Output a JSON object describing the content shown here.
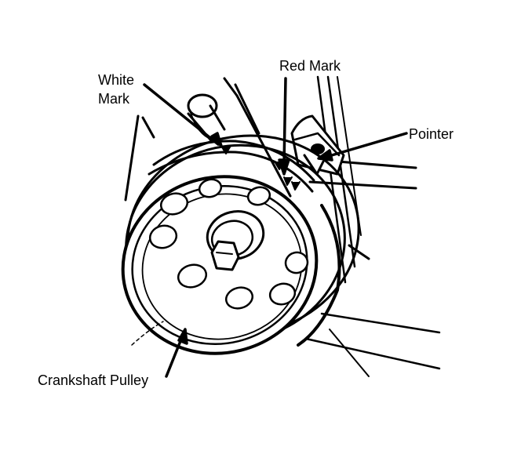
{
  "labels": {
    "white_mark_line1": "White",
    "white_mark_line2": "Mark",
    "red_mark": "Red Mark",
    "pointer": "Pointer",
    "crankshaft_pulley": "Crankshaft Pulley"
  },
  "colors": {
    "ink": "#000000",
    "paper": "#ffffff"
  }
}
